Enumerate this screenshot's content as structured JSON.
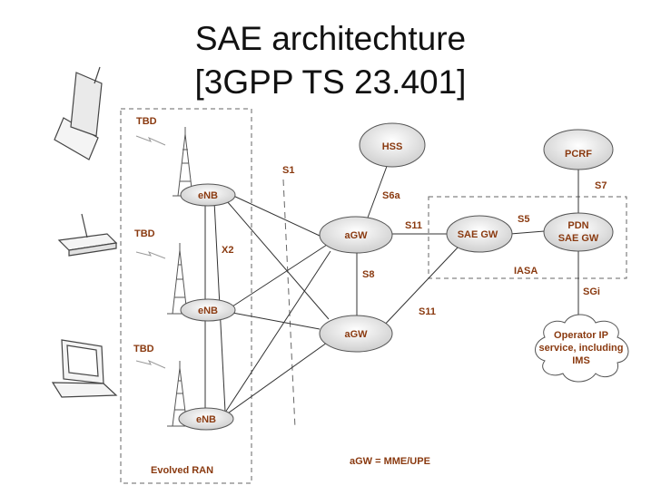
{
  "title": {
    "line1": "SAE architechture",
    "line2": "[3GPP TS 23.401]"
  },
  "nodes": {
    "enb_top": "eNB",
    "enb_mid": "eNB",
    "enb_bottom": "eNB",
    "agw_top": "aGW",
    "agw_bottom": "aGW",
    "hss": "HSS",
    "sae_gw": "SAE GW",
    "pcrf": "PCRF",
    "pdn_line1": "PDN",
    "pdn_line2": "SAE GW",
    "operator_line1": "Operator IP",
    "operator_line2": "service, including",
    "operator_line3": "IMS"
  },
  "interfaces": {
    "s1": "S1",
    "s6a": "S6a",
    "s11_top": "S11",
    "s11_bottom": "S11",
    "s5": "S5",
    "s7": "S7",
    "s8": "S8",
    "x2": "X2",
    "sgi": "SGi",
    "iasa": "IASA"
  },
  "tbd_labels": [
    "TBD",
    "TBD",
    "TBD"
  ],
  "evolved_ran": "Evolved RAN",
  "legend": "aGW = MME/UPE",
  "icons": [
    "mobile-phone-icon",
    "wireless-router-icon",
    "laptop-icon",
    "radio-tower-icon"
  ],
  "colors": {
    "label": "#8a3a10",
    "line": "#333333",
    "node_fill": "#e4e4e4"
  }
}
